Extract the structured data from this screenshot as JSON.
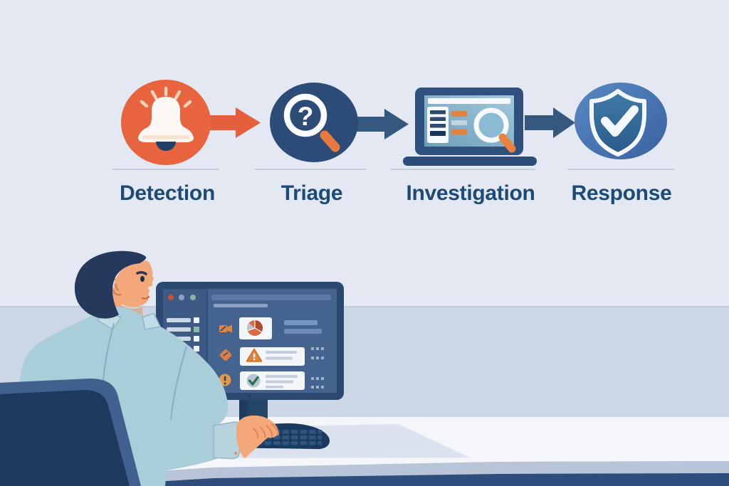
{
  "title": "Security incident workflow illustration",
  "workflow": {
    "steps": [
      {
        "label": "Detection",
        "icon": "alert-bell-icon",
        "badge_color": "#e8643e"
      },
      {
        "label": "Triage",
        "icon": "magnifier-question-icon",
        "badge_color": "#2c4c77",
        "question_mark": "?"
      },
      {
        "label": "Investigation",
        "icon": "laptop-search-dashboard-icon",
        "badge_color": "#30517e"
      },
      {
        "label": "Response",
        "icon": "shield-check-icon",
        "badge_color": "#4a78b2"
      }
    ],
    "arrows": [
      {
        "from": "Detection",
        "to": "Triage",
        "color": "#e4603c"
      },
      {
        "from": "Triage",
        "to": "Investigation",
        "color": "#35587e"
      },
      {
        "from": "Investigation",
        "to": "Response",
        "color": "#35587e"
      }
    ],
    "label_color": "#1d4b77",
    "divider_color": "#c4cddc"
  },
  "scene": {
    "palette": {
      "wall_top": "#e3e8f2",
      "wall_bottom": "#ccd7e6",
      "desk_top": "#f4f6fa",
      "desk_edge": "#b8c4d7",
      "desk_front": "#2e4d7d",
      "accent_orange": "#e4603c",
      "navy": "#2c4c77",
      "shirt_blue": "#a9ced9",
      "skin": "#f4a87a",
      "hair": "#24395c",
      "chair_cushion": "#1e3a5e",
      "chair_frame": "#41608d",
      "monitor_bezel": "#2b4970",
      "screen_bg": "#44638f",
      "sidebar_bg": "#3e5983",
      "card_bg": "#f3f6f9",
      "success_green": "#2c6e4f",
      "warning_orange": "#e2833f"
    },
    "monitor_dashboard": {
      "window_dots": [
        "#c64f35",
        "#8fa3be",
        "#8ab4a6"
      ],
      "sidebar_row_count": 4,
      "alert_icons": [
        "video-camera-icon",
        "diamond-alert-icon",
        "exclamation-circle-icon"
      ],
      "cards": [
        {
          "icon": "pie-chart-icon"
        },
        {
          "icon": "warning-triangle-icon"
        },
        {
          "icon": "check-circle-icon"
        }
      ]
    }
  }
}
